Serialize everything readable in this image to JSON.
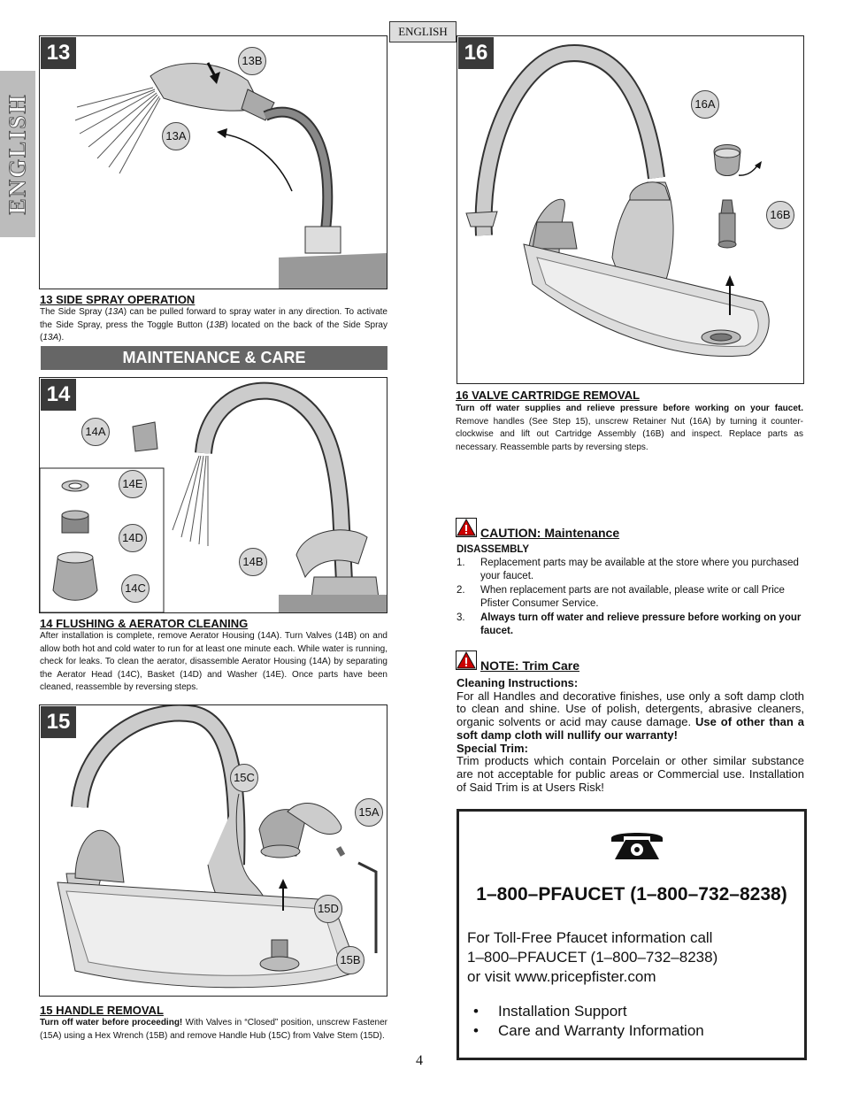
{
  "header": {
    "language_label": "ENGLISH",
    "side_tab": "ENGLISH"
  },
  "page_number": "4",
  "step13": {
    "number": "13",
    "callouts": [
      "13B",
      "13A"
    ],
    "title": "13  SIDE SPRAY OPERATION",
    "text_a": "The Side Spray (",
    "ref_a": "13A",
    "text_b": ") can be pulled forward to spray water in any direction.  To activate the Side Spray, press the Toggle Button (",
    "ref_b": "13B",
    "text_c": ") located on the back of the Side Spray (",
    "ref_c": "13A",
    "text_d": ")."
  },
  "maintenance_bar": "MAINTENANCE & CARE",
  "step14": {
    "number": "14",
    "callouts": [
      "14A",
      "14E",
      "14D",
      "14B",
      "14C"
    ],
    "title": "14  FLUSHING & AERATOR CLEANING",
    "text": "After installation is complete, remove Aerator Housing (14A). Turn Valves (14B) on and allow both hot and cold water to run for at least one minute each. While water is running, check for leaks. To clean the aerator, disassemble Aerator Housing (14A) by separating the Aerator Head (14C), Basket (14D) and Washer (14E). Once parts have been cleaned, reassemble by reversing steps."
  },
  "step15": {
    "number": "15",
    "callouts": [
      "15C",
      "15A",
      "15D",
      "15B"
    ],
    "title": "15  HANDLE REMOVAL",
    "bold": "Turn off water before proceeding!",
    "text": "  With Valves in “Closed” position, unscrew Fastener (15A) using a Hex Wrench (15B) and remove Handle Hub (15C) from Valve Stem (15D)."
  },
  "step16": {
    "number": "16",
    "callouts": [
      "16A",
      "16B"
    ],
    "title": "16  VALVE CARTRIDGE REMOVAL",
    "bold": "Turn off water supplies and relieve pressure before working on your faucet.",
    "text": " Remove handles (See Step 15), unscrew Retainer Nut (16A) by turning it counter-clockwise and lift out Cartridge Assembly (16B) and inspect.  Replace parts as necessary.  Reassemble parts by reversing steps."
  },
  "caution": {
    "title": "CAUTION:  Maintenance",
    "subheading": "DISASSEMBLY",
    "items": [
      {
        "num": "1.",
        "text": "Replacement parts may be available at the store where you purchased your faucet."
      },
      {
        "num": "2.",
        "text": "When replacement parts are not available, please write or call Price Pfister Consumer Service."
      },
      {
        "num": "3.",
        "text": "Always turn off water and relieve pressure before working on your faucet."
      }
    ]
  },
  "note": {
    "title": "NOTE:  Trim Care",
    "cleaning_heading": "Cleaning Instructions:",
    "cleaning_text": "For all Handles and decorative finishes, use only a soft damp cloth to clean and shine.  Use of polish, detergents, abrasive cleaners, organic solvents or acid may cause damage.  ",
    "cleaning_bold": "Use of other than a soft damp cloth will nullify our warranty!",
    "special_heading": "Special Trim:",
    "special_text": "Trim products which contain Porcelain or other similar substance are not acceptable for public areas or Commercial use.  Installation of Said Trim is at Users Risk!"
  },
  "contact": {
    "phone": "1–800–PFAUCET (1–800–732–8238)",
    "line1": "For Toll-Free Pfaucet information call",
    "line2": "1–800–PFAUCET (1–800–732–8238)",
    "line3": "or visit www.pricepfister.com",
    "bullets": [
      "Installation Support",
      "Care and Warranty Information"
    ]
  }
}
